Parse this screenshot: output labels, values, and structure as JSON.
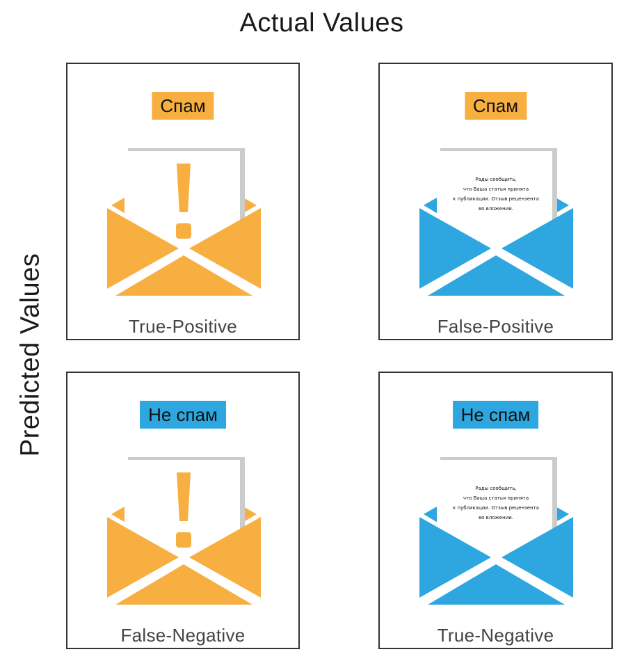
{
  "axes": {
    "top_label": "Actual Values",
    "left_label": "Predicted Values"
  },
  "colors": {
    "spam": "#F8AF42",
    "not_spam": "#2EA7E0",
    "border": "#333333",
    "paper": "#FFFFFF",
    "paper_shadow": "#CCCCCC"
  },
  "cells": [
    {
      "badge": "Спам",
      "badge_color": "#F8AF42",
      "envelope_color": "#F8AF42",
      "envelope_icon": "exclamation-icon",
      "caption": "True-Positive"
    },
    {
      "badge": "Спам",
      "badge_color": "#F8AF42",
      "envelope_color": "#2EA7E0",
      "envelope_icon": "letter-text",
      "letter_lines": [
        "Рады сообщить,",
        "что Ваша статья принята",
        "к публикации. Отзыв рецензента",
        "во вложении."
      ],
      "caption": "False-Positive"
    },
    {
      "badge": "Не спам",
      "badge_color": "#2EA7E0",
      "envelope_color": "#F8AF42",
      "envelope_icon": "exclamation-icon",
      "caption": "False-Negative"
    },
    {
      "badge": "Не спам",
      "badge_color": "#2EA7E0",
      "envelope_color": "#2EA7E0",
      "envelope_icon": "letter-text",
      "letter_lines": [
        "Рады сообщить,",
        "что Ваша статья принята",
        "к публикации. Отзыв рецензента",
        "во вложении."
      ],
      "caption": "True-Negative"
    }
  ]
}
